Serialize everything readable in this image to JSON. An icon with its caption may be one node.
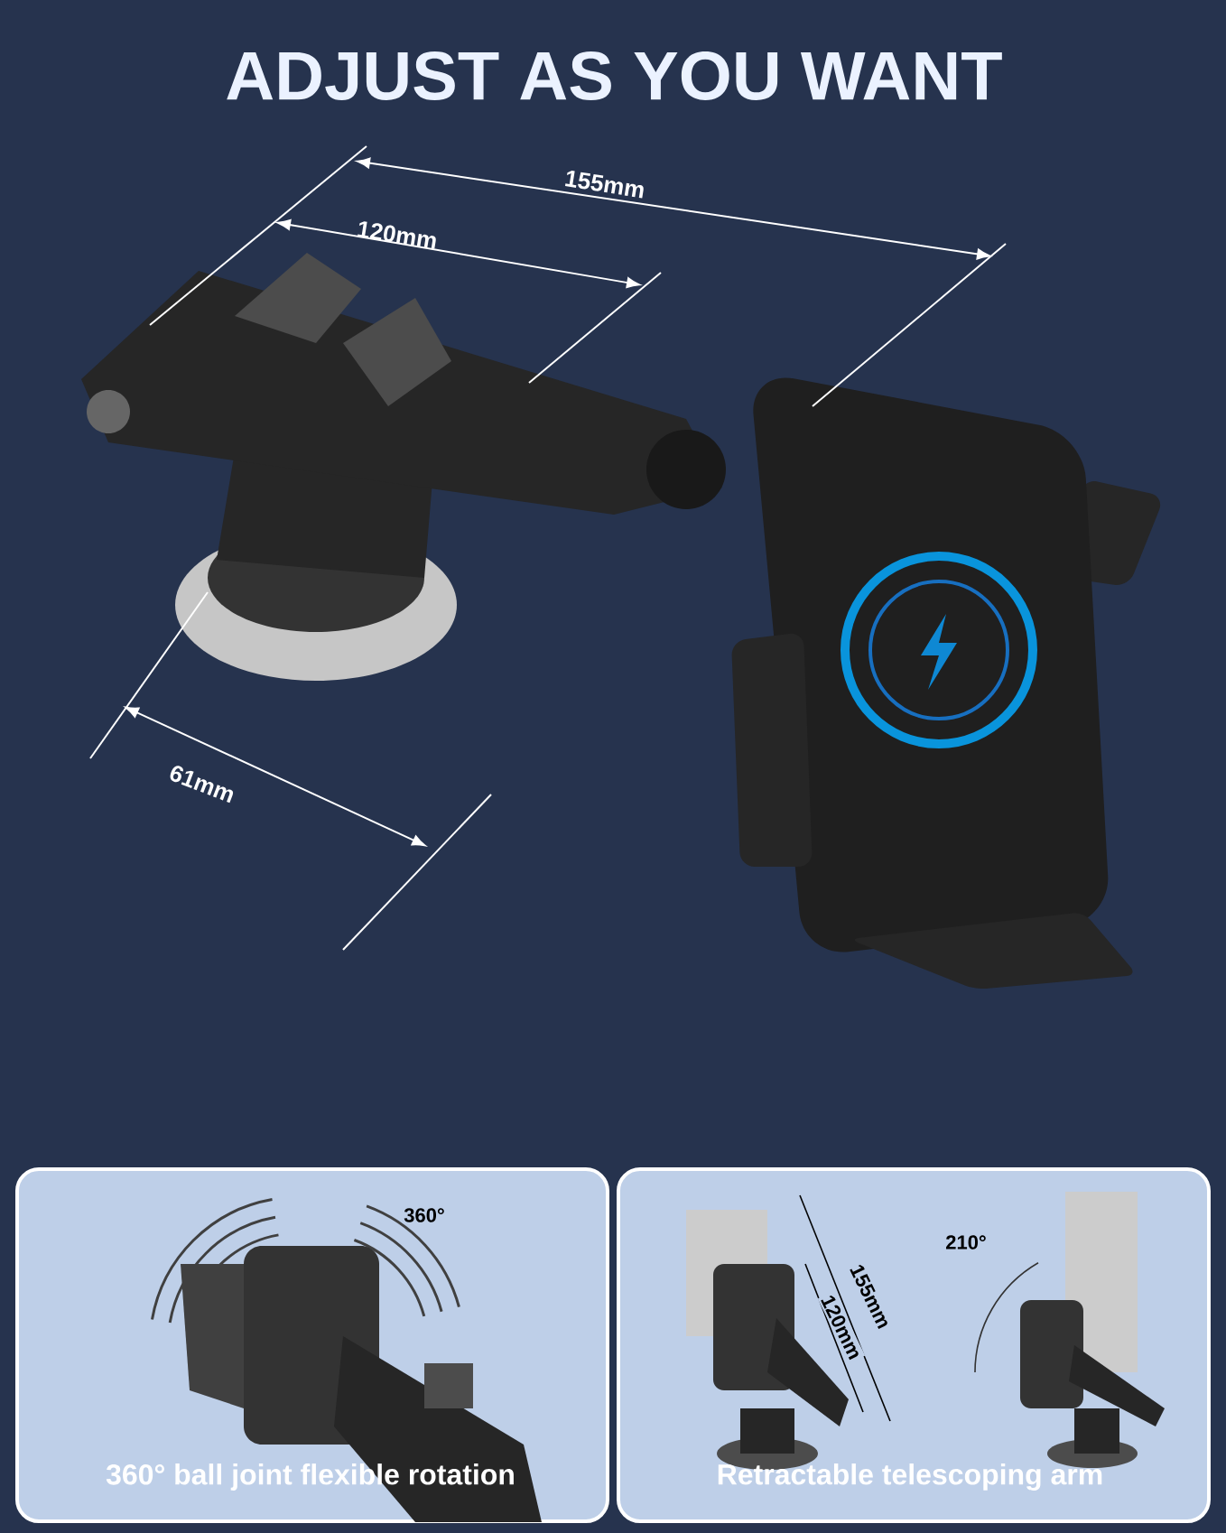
{
  "diagram": {
    "title": "ADJUST AS YOU WANT",
    "nodes": [
      {
        "text": [
          "360°",
          "360° ball joint flexible rotation"
        ]
      },
      {
        "text": [
          "155mm",
          "120mm",
          "210°",
          "Retractable telescoping arm"
        ]
      }
    ],
    "labels": [
      "155mm",
      "120mm",
      "61mm"
    ]
  }
}
